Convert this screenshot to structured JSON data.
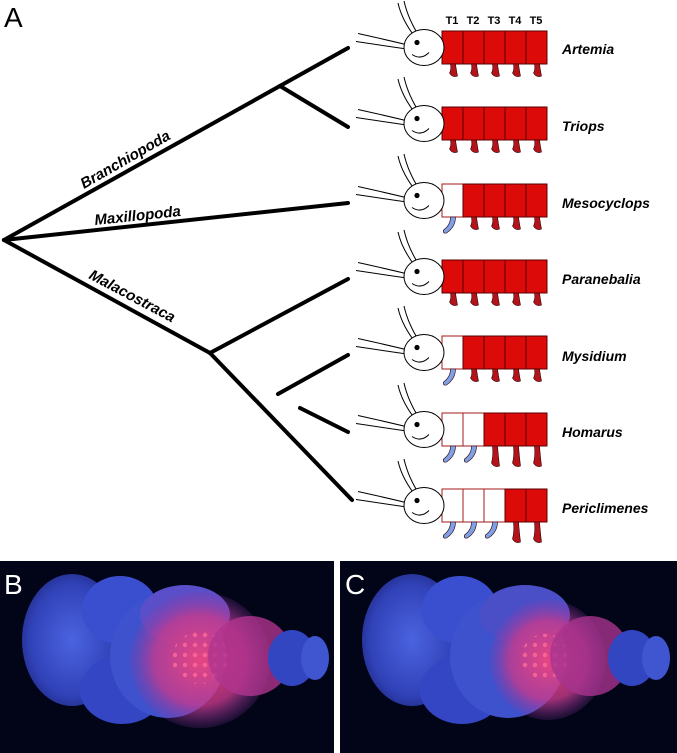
{
  "panels": {
    "a": "A",
    "b": "B",
    "c": "C"
  },
  "segment_labels": [
    "T1",
    "T2",
    "T3",
    "T4",
    "T5"
  ],
  "clades": [
    "Branchiopoda",
    "Maxillopoda",
    "Malacostraca"
  ],
  "taxa": [
    {
      "name": "Artemia",
      "maxillipeds": 0
    },
    {
      "name": "Triops",
      "maxillipeds": 0
    },
    {
      "name": "Mesocyclops",
      "maxillipeds": 1
    },
    {
      "name": "Paranebalia",
      "maxillipeds": 0
    },
    {
      "name": "Mysidium",
      "maxillipeds": 1
    },
    {
      "name": "Homarus",
      "maxillipeds": 2
    },
    {
      "name": "Periclimenes",
      "maxillipeds": 3
    }
  ],
  "colors": {
    "segment_red": "#dd0a0a",
    "leg_red": "#b4131a",
    "maxilliped_blue": "#7f9fe6",
    "tree": "#000000",
    "micrograph_bg": "#020417",
    "stain_blue": "#3a4fd0",
    "stain_magenta": "#e0306e"
  }
}
